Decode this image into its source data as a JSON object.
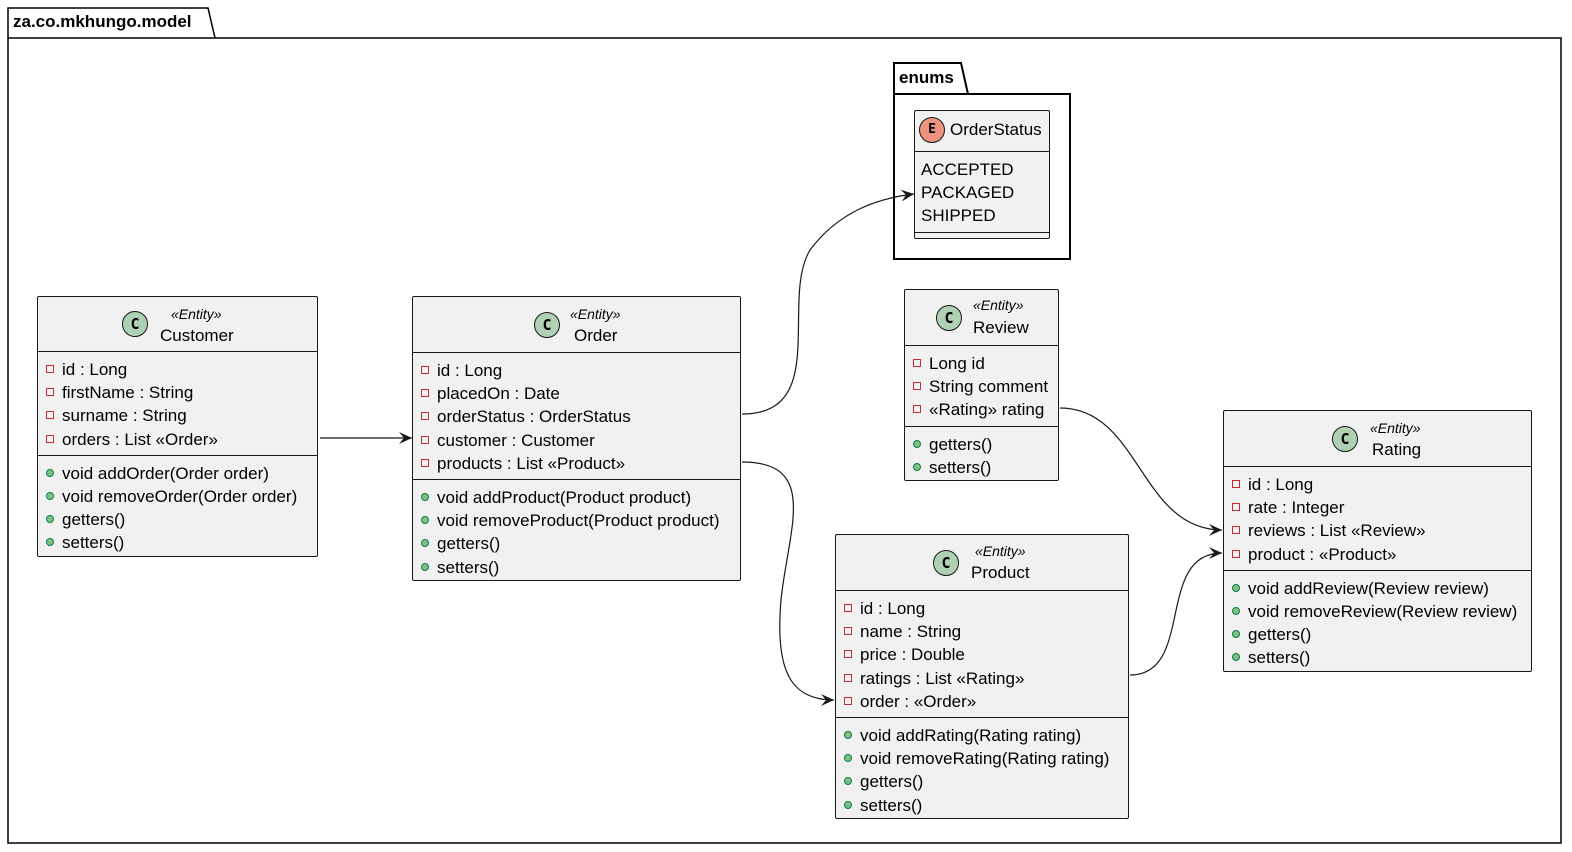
{
  "package": {
    "name": "za.co.mkhungo.model"
  },
  "subpackage": {
    "name": "enums"
  },
  "enum_order_status": {
    "icon": "E",
    "name": "OrderStatus",
    "literals": [
      "ACCEPTED",
      "PACKAGED",
      "SHIPPED"
    ]
  },
  "customer": {
    "icon": "C",
    "stereotype": "«Entity»",
    "name": "Customer",
    "fields": [
      "id : Long",
      "firstName : String",
      "surname : String",
      "orders : List «Order»"
    ],
    "methods": [
      "void addOrder(Order order)",
      "void removeOrder(Order order)",
      "getters()",
      "setters()"
    ]
  },
  "order": {
    "icon": "C",
    "stereotype": "«Entity»",
    "name": "Order",
    "fields": [
      "id : Long",
      "placedOn : Date",
      "orderStatus : OrderStatus",
      "customer : Customer",
      "products : List «Product»"
    ],
    "methods": [
      "void addProduct(Product product)",
      "void removeProduct(Product product)",
      "getters()",
      "setters()"
    ]
  },
  "review": {
    "icon": "C",
    "stereotype": "«Entity»",
    "name": "Review",
    "fields": [
      "Long id",
      "String comment",
      "«Rating» rating"
    ],
    "methods": [
      "getters()",
      "setters()"
    ]
  },
  "product": {
    "icon": "C",
    "stereotype": "«Entity»",
    "name": "Product",
    "fields": [
      "id : Long",
      "name : String",
      "price : Double",
      "ratings : List «Rating»",
      "order : «Order»"
    ],
    "methods": [
      "void addRating(Rating rating)",
      "void removeRating(Rating rating)",
      "getters()",
      "setters()"
    ]
  },
  "rating": {
    "icon": "C",
    "stereotype": "«Entity»",
    "name": "Rating",
    "fields": [
      "id : Long",
      "rate : Integer",
      "reviews : List «Review»",
      "product : «Product»"
    ],
    "methods": [
      "void addReview(Review review)",
      "void removeReview(Review review)",
      "getters()",
      "setters()"
    ]
  },
  "colors": {
    "class_fill": "#f1f1f1",
    "border": "#181818",
    "class_icon": "#add1b2",
    "enum_icon": "#eb937f",
    "private_marker": "#c82930",
    "public_marker": "#84be84"
  }
}
